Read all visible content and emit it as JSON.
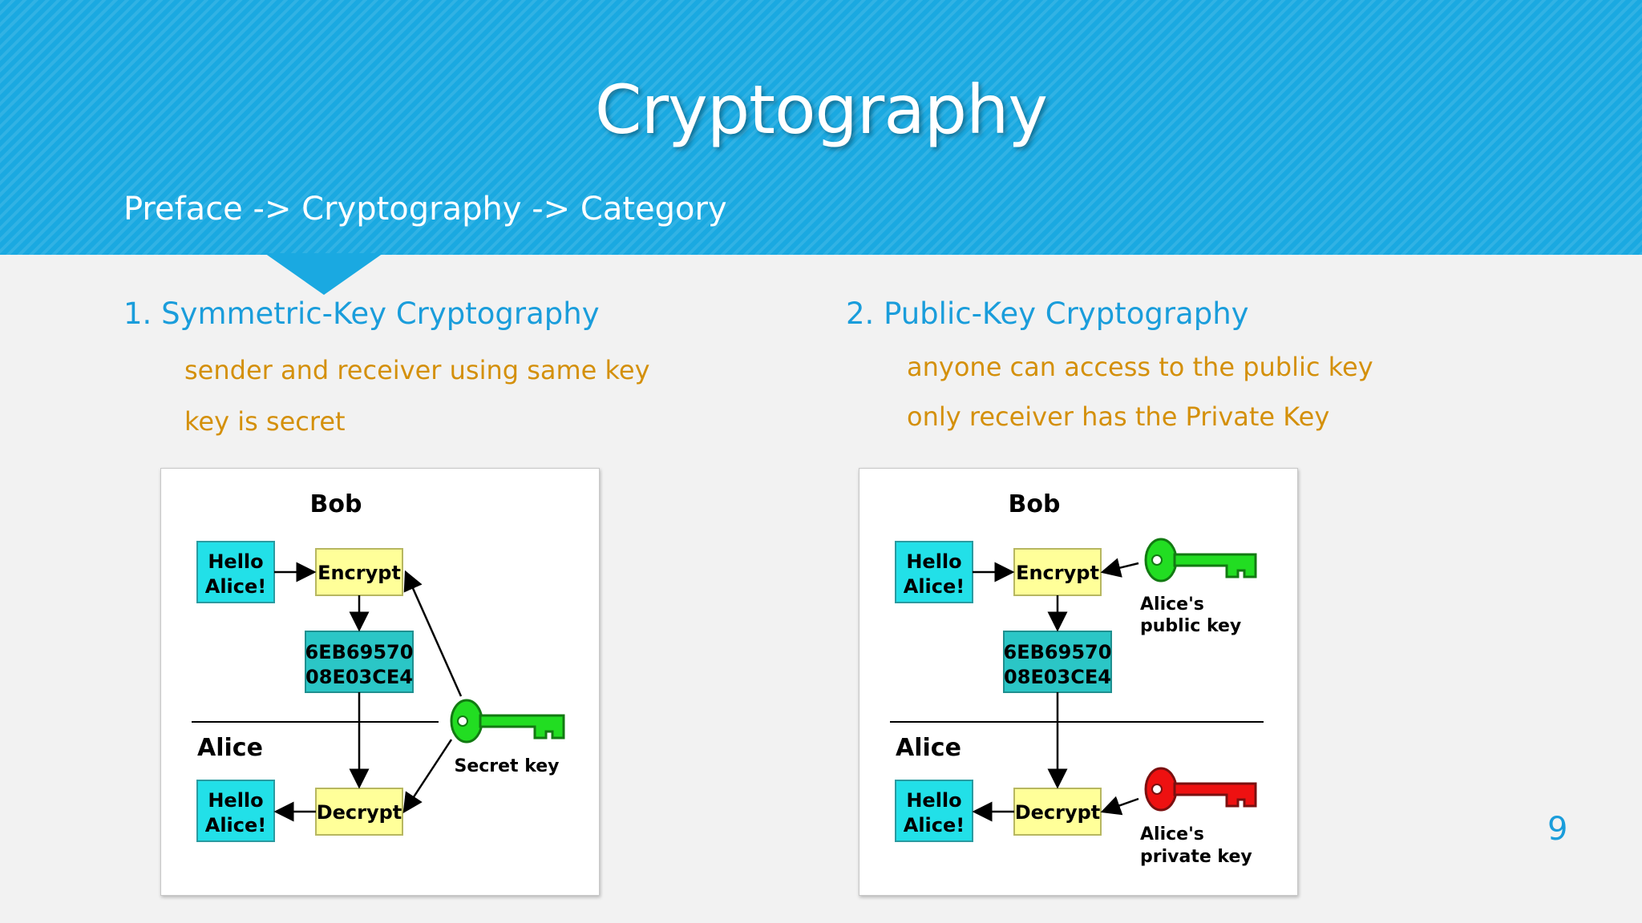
{
  "slide": {
    "title": "Cryptography",
    "breadcrumb": "Preface -> Cryptography -> Category",
    "page_number": "9"
  },
  "left": {
    "heading": "1. Symmetric-Key Cryptography",
    "bullets": [
      "sender and receiver using same key",
      "key is secret"
    ],
    "diagram": {
      "bob": "Bob",
      "alice": "Alice",
      "plain_top": [
        "Hello",
        "Alice!"
      ],
      "encrypt": "Encrypt",
      "cipher": [
        "6EB69570",
        "08E03CE4"
      ],
      "decrypt": "Decrypt",
      "plain_bottom": [
        "Hello",
        "Alice!"
      ],
      "key_label": "Secret key",
      "key_color": "#22dd22"
    }
  },
  "right": {
    "heading": "2. Public-Key Cryptography",
    "bullets": [
      "anyone can access to the public key",
      "only receiver has the Private Key"
    ],
    "diagram": {
      "bob": "Bob",
      "alice": "Alice",
      "plain_top": [
        "Hello",
        "Alice!"
      ],
      "encrypt": "Encrypt",
      "cipher": [
        "6EB69570",
        "08E03CE4"
      ],
      "decrypt": "Decrypt",
      "plain_bottom": [
        "Hello",
        "Alice!"
      ],
      "public_key_label": [
        "Alice's",
        "public key"
      ],
      "private_key_label": [
        "Alice's",
        "private key"
      ],
      "public_key_color": "#22dd22",
      "private_key_color": "#ee1111"
    }
  },
  "colors": {
    "banner": "#1aa9e1",
    "heading": "#1a9ddb",
    "bullet": "#d4900b",
    "plaintext_box": "#22e0e8",
    "cipher_box": "#2bc6c6",
    "process_box": "#ffff99"
  }
}
